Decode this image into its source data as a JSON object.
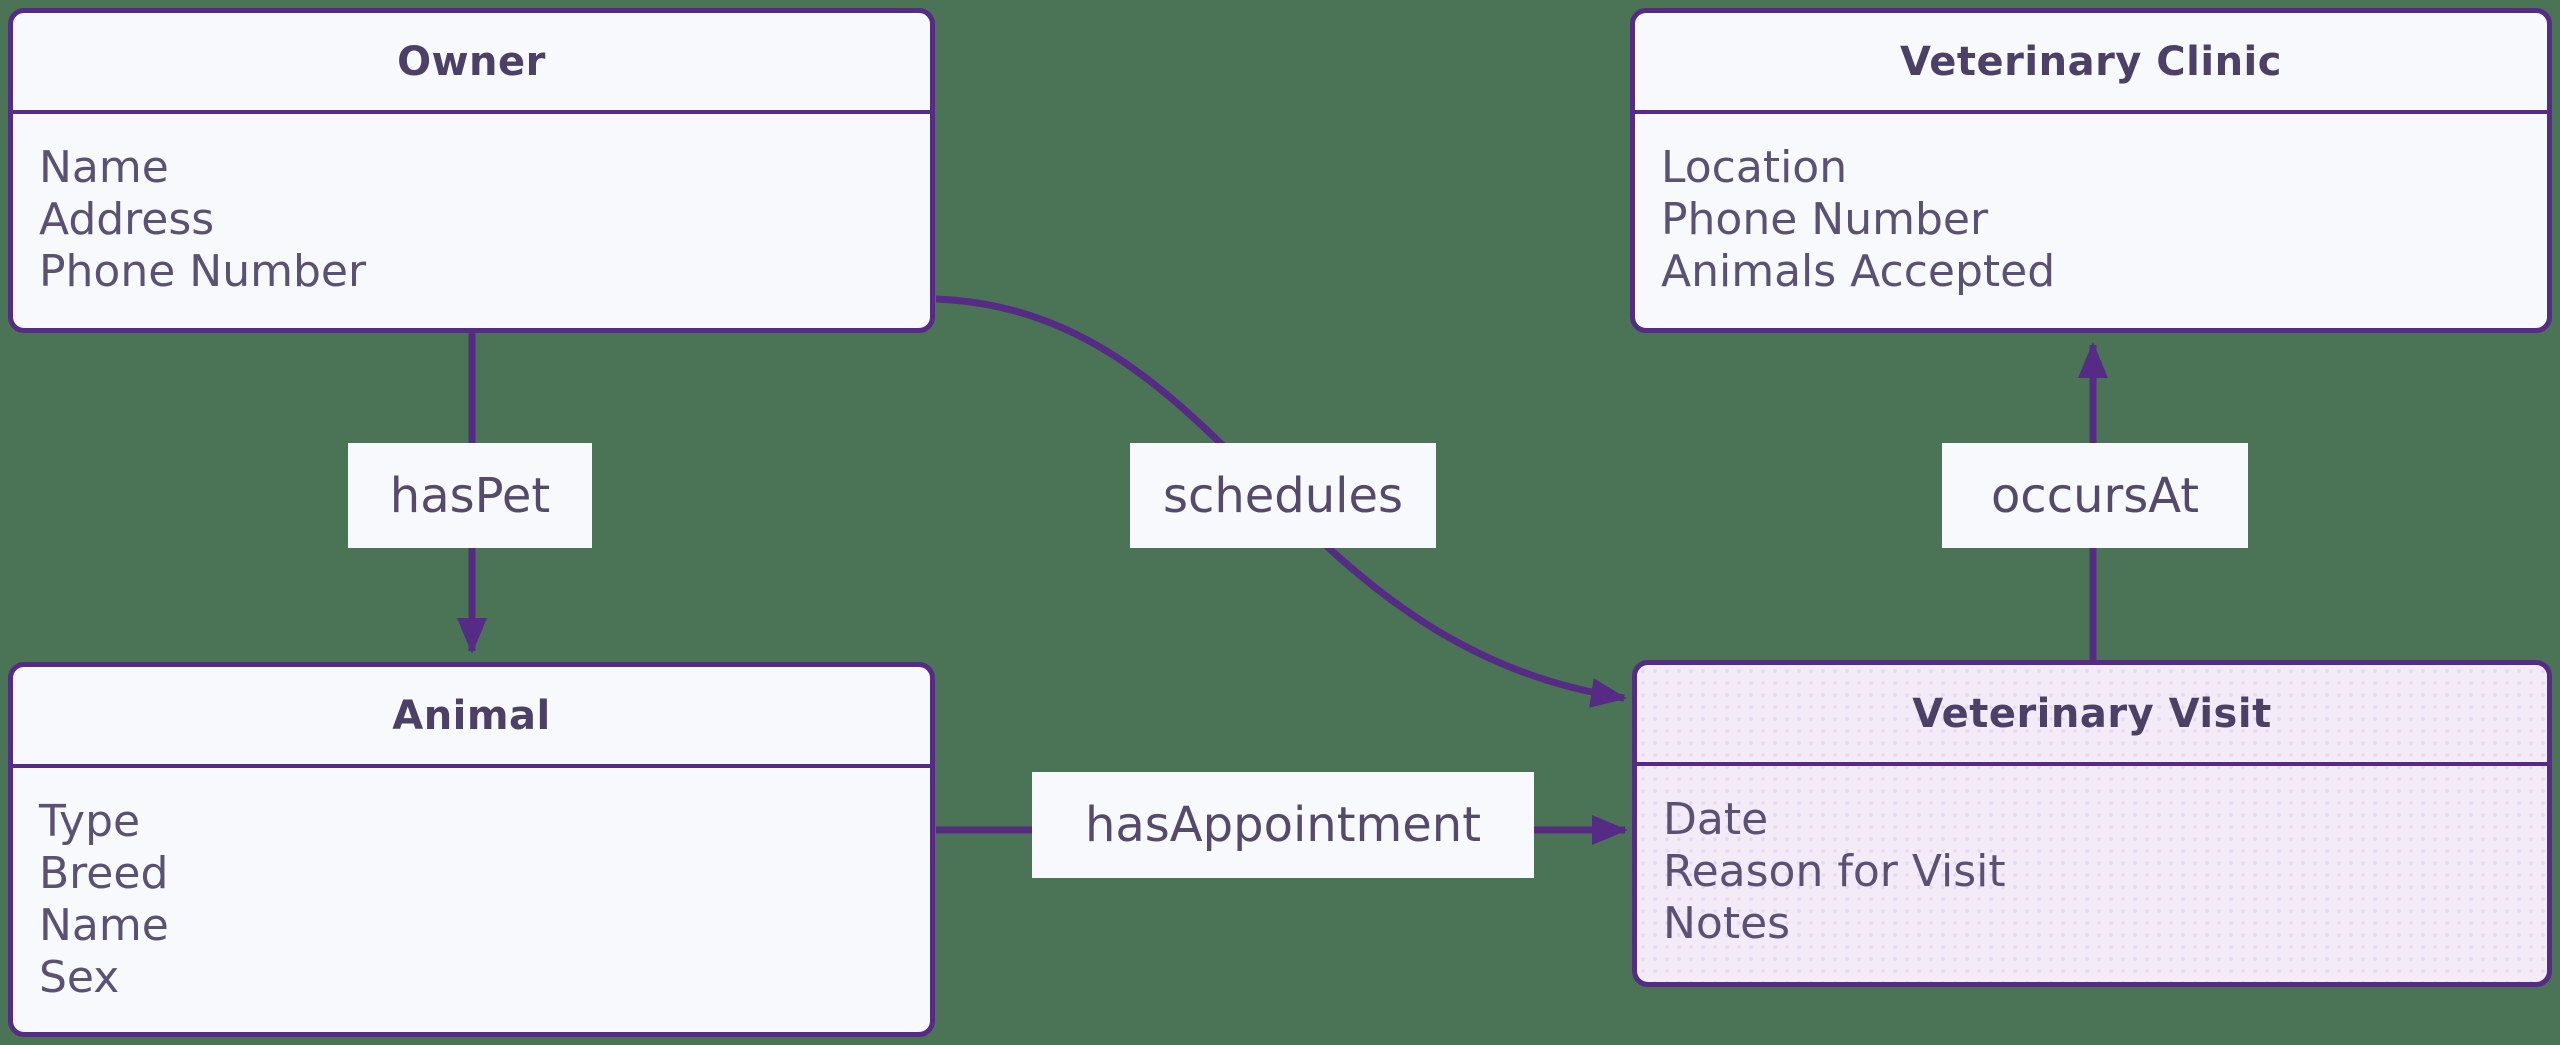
{
  "diagram": {
    "type": "er-diagram",
    "entities": [
      {
        "title": "Owner",
        "attributes": [
          "Name",
          "Address",
          "Phone Number"
        ],
        "highlighted": false
      },
      {
        "title": "Veterinary Clinic",
        "attributes": [
          "Location",
          "Phone Number",
          "Animals Accepted"
        ],
        "highlighted": false
      },
      {
        "title": "Animal",
        "attributes": [
          "Type",
          "Breed",
          "Name",
          "Sex"
        ],
        "highlighted": false
      },
      {
        "title": "Veterinary Visit",
        "attributes": [
          "Date",
          "Reason for Visit",
          "Notes"
        ],
        "highlighted": true
      }
    ],
    "relationships": [
      {
        "label": "hasPet",
        "from": "Owner",
        "to": "Animal",
        "arrow": "down"
      },
      {
        "label": "schedules",
        "from": "Owner",
        "to": "Veterinary Visit",
        "arrow": "curved-right"
      },
      {
        "label": "hasAppointment",
        "from": "Animal",
        "to": "Veterinary Visit",
        "arrow": "right"
      },
      {
        "label": "occursAt",
        "from": "Veterinary Visit",
        "to": "Veterinary Clinic",
        "arrow": "up"
      }
    ],
    "colors": {
      "bg": "#4b7355",
      "line": "#552b85",
      "box-fill": "#f8f9fc",
      "box-fill-highlight": "#f4ebf9",
      "dot": "#e6d7f0",
      "title-color": "#4c4067",
      "attr-color": "#5a5174",
      "label-color": "#554a6c",
      "label-bg": "#f8f9fc"
    }
  }
}
